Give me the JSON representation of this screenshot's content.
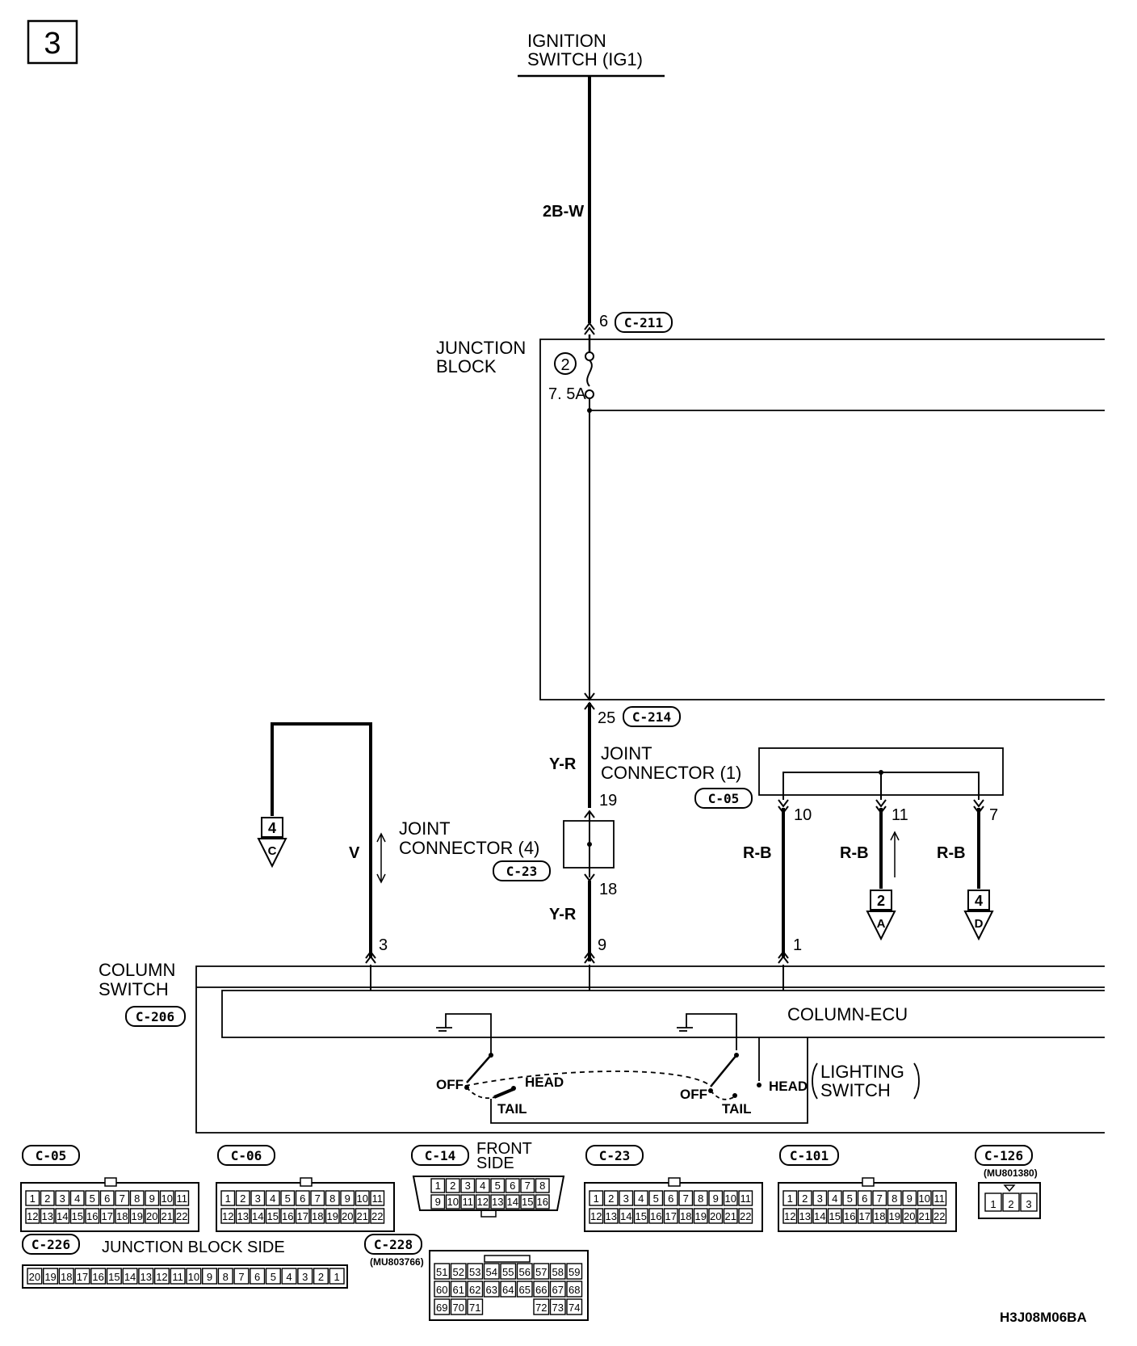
{
  "page_number": "3",
  "power_source": {
    "line1": "IGNITION",
    "line2": "SWITCH (IG1)"
  },
  "wire_colors": {
    "ign_wire": "2B-W",
    "yr_upper": "Y-R",
    "yr_lower": "Y-R",
    "v": "V",
    "rb1": "R-B",
    "rb2": "R-B",
    "rb3": "R-B"
  },
  "junction_block": {
    "line1": "JUNCTION",
    "line2": "BLOCK",
    "fuse_no": "2",
    "fuse_rating": "7. 5A"
  },
  "connectors": {
    "c211": {
      "pin": "6",
      "id": "C-211"
    },
    "c214": {
      "pin": "25",
      "id": "C-214"
    },
    "jc1": {
      "line1": "JOINT",
      "line2": "CONNECTOR (1)",
      "id": "C-05",
      "pins": [
        "10",
        "11",
        "7"
      ]
    },
    "jc4": {
      "line1": "JOINT",
      "line2": "CONNECTOR (4)",
      "id": "C-23",
      "pin_top": "19",
      "pin_bottom": "18"
    }
  },
  "off_page": {
    "c": {
      "num": "4",
      "letter": "C"
    },
    "a": {
      "num": "2",
      "letter": "A"
    },
    "d": {
      "num": "4",
      "letter": "D"
    }
  },
  "column_switch": {
    "line1": "COLUMN",
    "line2": "SWITCH",
    "id": "C-206",
    "pins": [
      "3",
      "9",
      "1"
    ],
    "ecu_label": "COLUMN-ECU"
  },
  "lighting_switch": {
    "line1": "LIGHTING",
    "line2": "SWITCH",
    "off1": "OFF",
    "tail1": "TAIL",
    "head1": "HEAD",
    "off2": "OFF",
    "tail2": "TAIL",
    "head2": "HEAD"
  },
  "connector_views": {
    "c05": {
      "id": "C-05",
      "row1": [
        "1",
        "2",
        "3",
        "4",
        "5",
        "6",
        "7",
        "8",
        "9",
        "10",
        "11"
      ],
      "row2": [
        "12",
        "13",
        "14",
        "15",
        "16",
        "17",
        "18",
        "19",
        "20",
        "21",
        "22"
      ]
    },
    "c06": {
      "id": "C-06",
      "row1": [
        "1",
        "2",
        "3",
        "4",
        "5",
        "6",
        "7",
        "8",
        "9",
        "10",
        "11"
      ],
      "row2": [
        "12",
        "13",
        "14",
        "15",
        "16",
        "17",
        "18",
        "19",
        "20",
        "21",
        "22"
      ]
    },
    "c14": {
      "id": "C-14",
      "side1": "FRONT",
      "side2": "SIDE",
      "row1": [
        "1",
        "2",
        "3",
        "4",
        "5",
        "6",
        "7",
        "8"
      ],
      "row2": [
        "9",
        "10",
        "11",
        "12",
        "13",
        "14",
        "15",
        "16"
      ]
    },
    "c23": {
      "id": "C-23",
      "row1": [
        "1",
        "2",
        "3",
        "4",
        "5",
        "6",
        "7",
        "8",
        "9",
        "10",
        "11"
      ],
      "row2": [
        "12",
        "13",
        "14",
        "15",
        "16",
        "17",
        "18",
        "19",
        "20",
        "21",
        "22"
      ]
    },
    "c101": {
      "id": "C-101",
      "row1": [
        "1",
        "2",
        "3",
        "4",
        "5",
        "6",
        "7",
        "8",
        "9",
        "10",
        "11"
      ],
      "row2": [
        "12",
        "13",
        "14",
        "15",
        "16",
        "17",
        "18",
        "19",
        "20",
        "21",
        "22"
      ]
    },
    "c126": {
      "id": "C-126",
      "part": "(MU801380)",
      "row1": [
        "1",
        "2",
        "3"
      ]
    },
    "c226": {
      "id": "C-226",
      "side": "JUNCTION BLOCK SIDE",
      "row1": [
        "20",
        "19",
        "18",
        "17",
        "16",
        "15",
        "14",
        "13",
        "12",
        "11",
        "10",
        "9",
        "8",
        "7",
        "6",
        "5",
        "4",
        "3",
        "2",
        "1"
      ]
    },
    "c228": {
      "id": "C-228",
      "part": "(MU803766)",
      "row1": [
        "51",
        "52",
        "53",
        "54",
        "55",
        "56",
        "57",
        "58",
        "59"
      ],
      "row2": [
        "60",
        "61",
        "62",
        "63",
        "64",
        "65",
        "66",
        "67",
        "68"
      ],
      "row3": [
        "69",
        "70",
        "71",
        "",
        "",
        "",
        "72",
        "73",
        "74"
      ]
    }
  },
  "diagram_code": "H3J08M06BA"
}
